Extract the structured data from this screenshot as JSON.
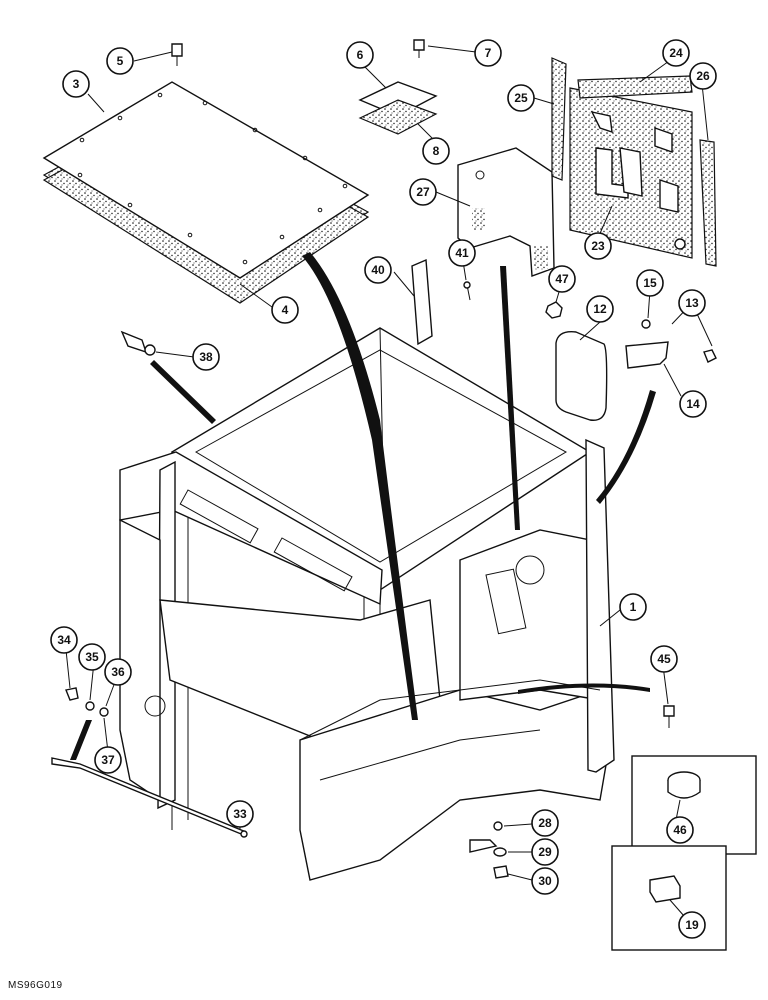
{
  "figure": {
    "code": "MS96G019",
    "colors": {
      "ink": "#111111",
      "paper": "#ffffff"
    }
  },
  "callouts": [
    {
      "id": "c1",
      "label": "1"
    },
    {
      "id": "c3",
      "label": "3"
    },
    {
      "id": "c4",
      "label": "4"
    },
    {
      "id": "c5",
      "label": "5"
    },
    {
      "id": "c6",
      "label": "6"
    },
    {
      "id": "c7",
      "label": "7"
    },
    {
      "id": "c8",
      "label": "8"
    },
    {
      "id": "c12",
      "label": "12"
    },
    {
      "id": "c13",
      "label": "13"
    },
    {
      "id": "c14",
      "label": "14"
    },
    {
      "id": "c15",
      "label": "15"
    },
    {
      "id": "c19",
      "label": "19"
    },
    {
      "id": "c23",
      "label": "23"
    },
    {
      "id": "c24",
      "label": "24"
    },
    {
      "id": "c25",
      "label": "25"
    },
    {
      "id": "c26",
      "label": "26"
    },
    {
      "id": "c27",
      "label": "27"
    },
    {
      "id": "c28",
      "label": "28"
    },
    {
      "id": "c29",
      "label": "29"
    },
    {
      "id": "c30",
      "label": "30"
    },
    {
      "id": "c33",
      "label": "33"
    },
    {
      "id": "c34",
      "label": "34"
    },
    {
      "id": "c35",
      "label": "35"
    },
    {
      "id": "c36",
      "label": "36"
    },
    {
      "id": "c37",
      "label": "37"
    },
    {
      "id": "c38",
      "label": "38"
    },
    {
      "id": "c40",
      "label": "40"
    },
    {
      "id": "c41",
      "label": "41"
    },
    {
      "id": "c45",
      "label": "45"
    },
    {
      "id": "c46",
      "label": "46"
    },
    {
      "id": "c47",
      "label": "47"
    }
  ]
}
